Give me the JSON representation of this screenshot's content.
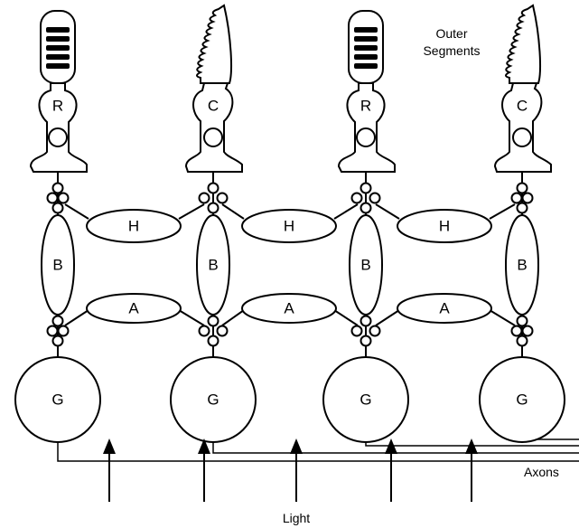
{
  "labels": {
    "outer_segments_line1": "Outer",
    "outer_segments_line2": "Segments",
    "axons": "Axons",
    "light": "Light"
  },
  "photoreceptors": [
    {
      "type": "rod",
      "label": "R"
    },
    {
      "type": "cone",
      "label": "C"
    },
    {
      "type": "rod",
      "label": "R"
    },
    {
      "type": "cone",
      "label": "C"
    }
  ],
  "horizontal_cells": [
    {
      "label": "H"
    },
    {
      "label": "H"
    },
    {
      "label": "H"
    }
  ],
  "bipolar_cells": [
    {
      "label": "B"
    },
    {
      "label": "B"
    },
    {
      "label": "B"
    },
    {
      "label": "B"
    }
  ],
  "amacrine_cells": [
    {
      "label": "A"
    },
    {
      "label": "A"
    },
    {
      "label": "A"
    }
  ],
  "ganglion_cells": [
    {
      "label": "G"
    },
    {
      "label": "G"
    },
    {
      "label": "G"
    },
    {
      "label": "G"
    }
  ],
  "light_arrow_count": 5
}
